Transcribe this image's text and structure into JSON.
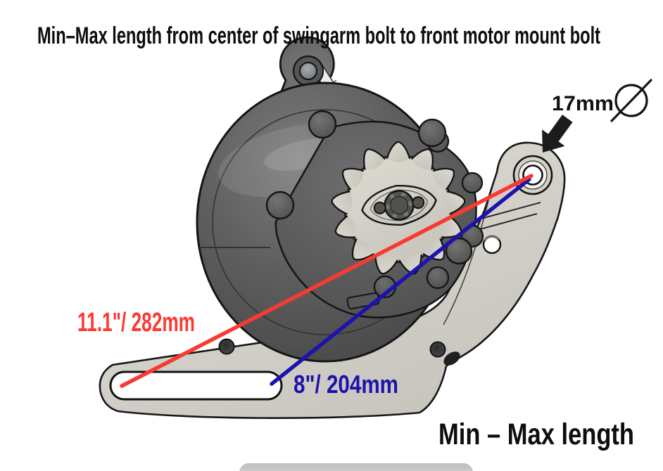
{
  "title": "Min–Max length from center of swingarm bolt to front motor mount bolt",
  "caption": "Min – Max length",
  "measurements": {
    "max_length": {
      "label": "11.1\"/ 282mm",
      "color": "#f93a33"
    },
    "min_length": {
      "label": "8\"/ 204mm",
      "color": "#1c12ae"
    },
    "bolt_diameter": {
      "label": "17mm",
      "color": "#111111"
    }
  },
  "icons": {
    "diameter_icon": "circle-with-slash ⌀",
    "pointer_arrow_icon": "thick black arrow pointing at swingarm bolt hole"
  },
  "colors": {
    "background": "#ffffff",
    "motor_body": "#585858",
    "bracket_plate": "#d6d3cb",
    "sprocket": "#d6d3ca",
    "outline": "#161616",
    "max_line": "#f93a33",
    "min_line": "#1c12ae",
    "bottom_pill": "#c9c9c9"
  }
}
